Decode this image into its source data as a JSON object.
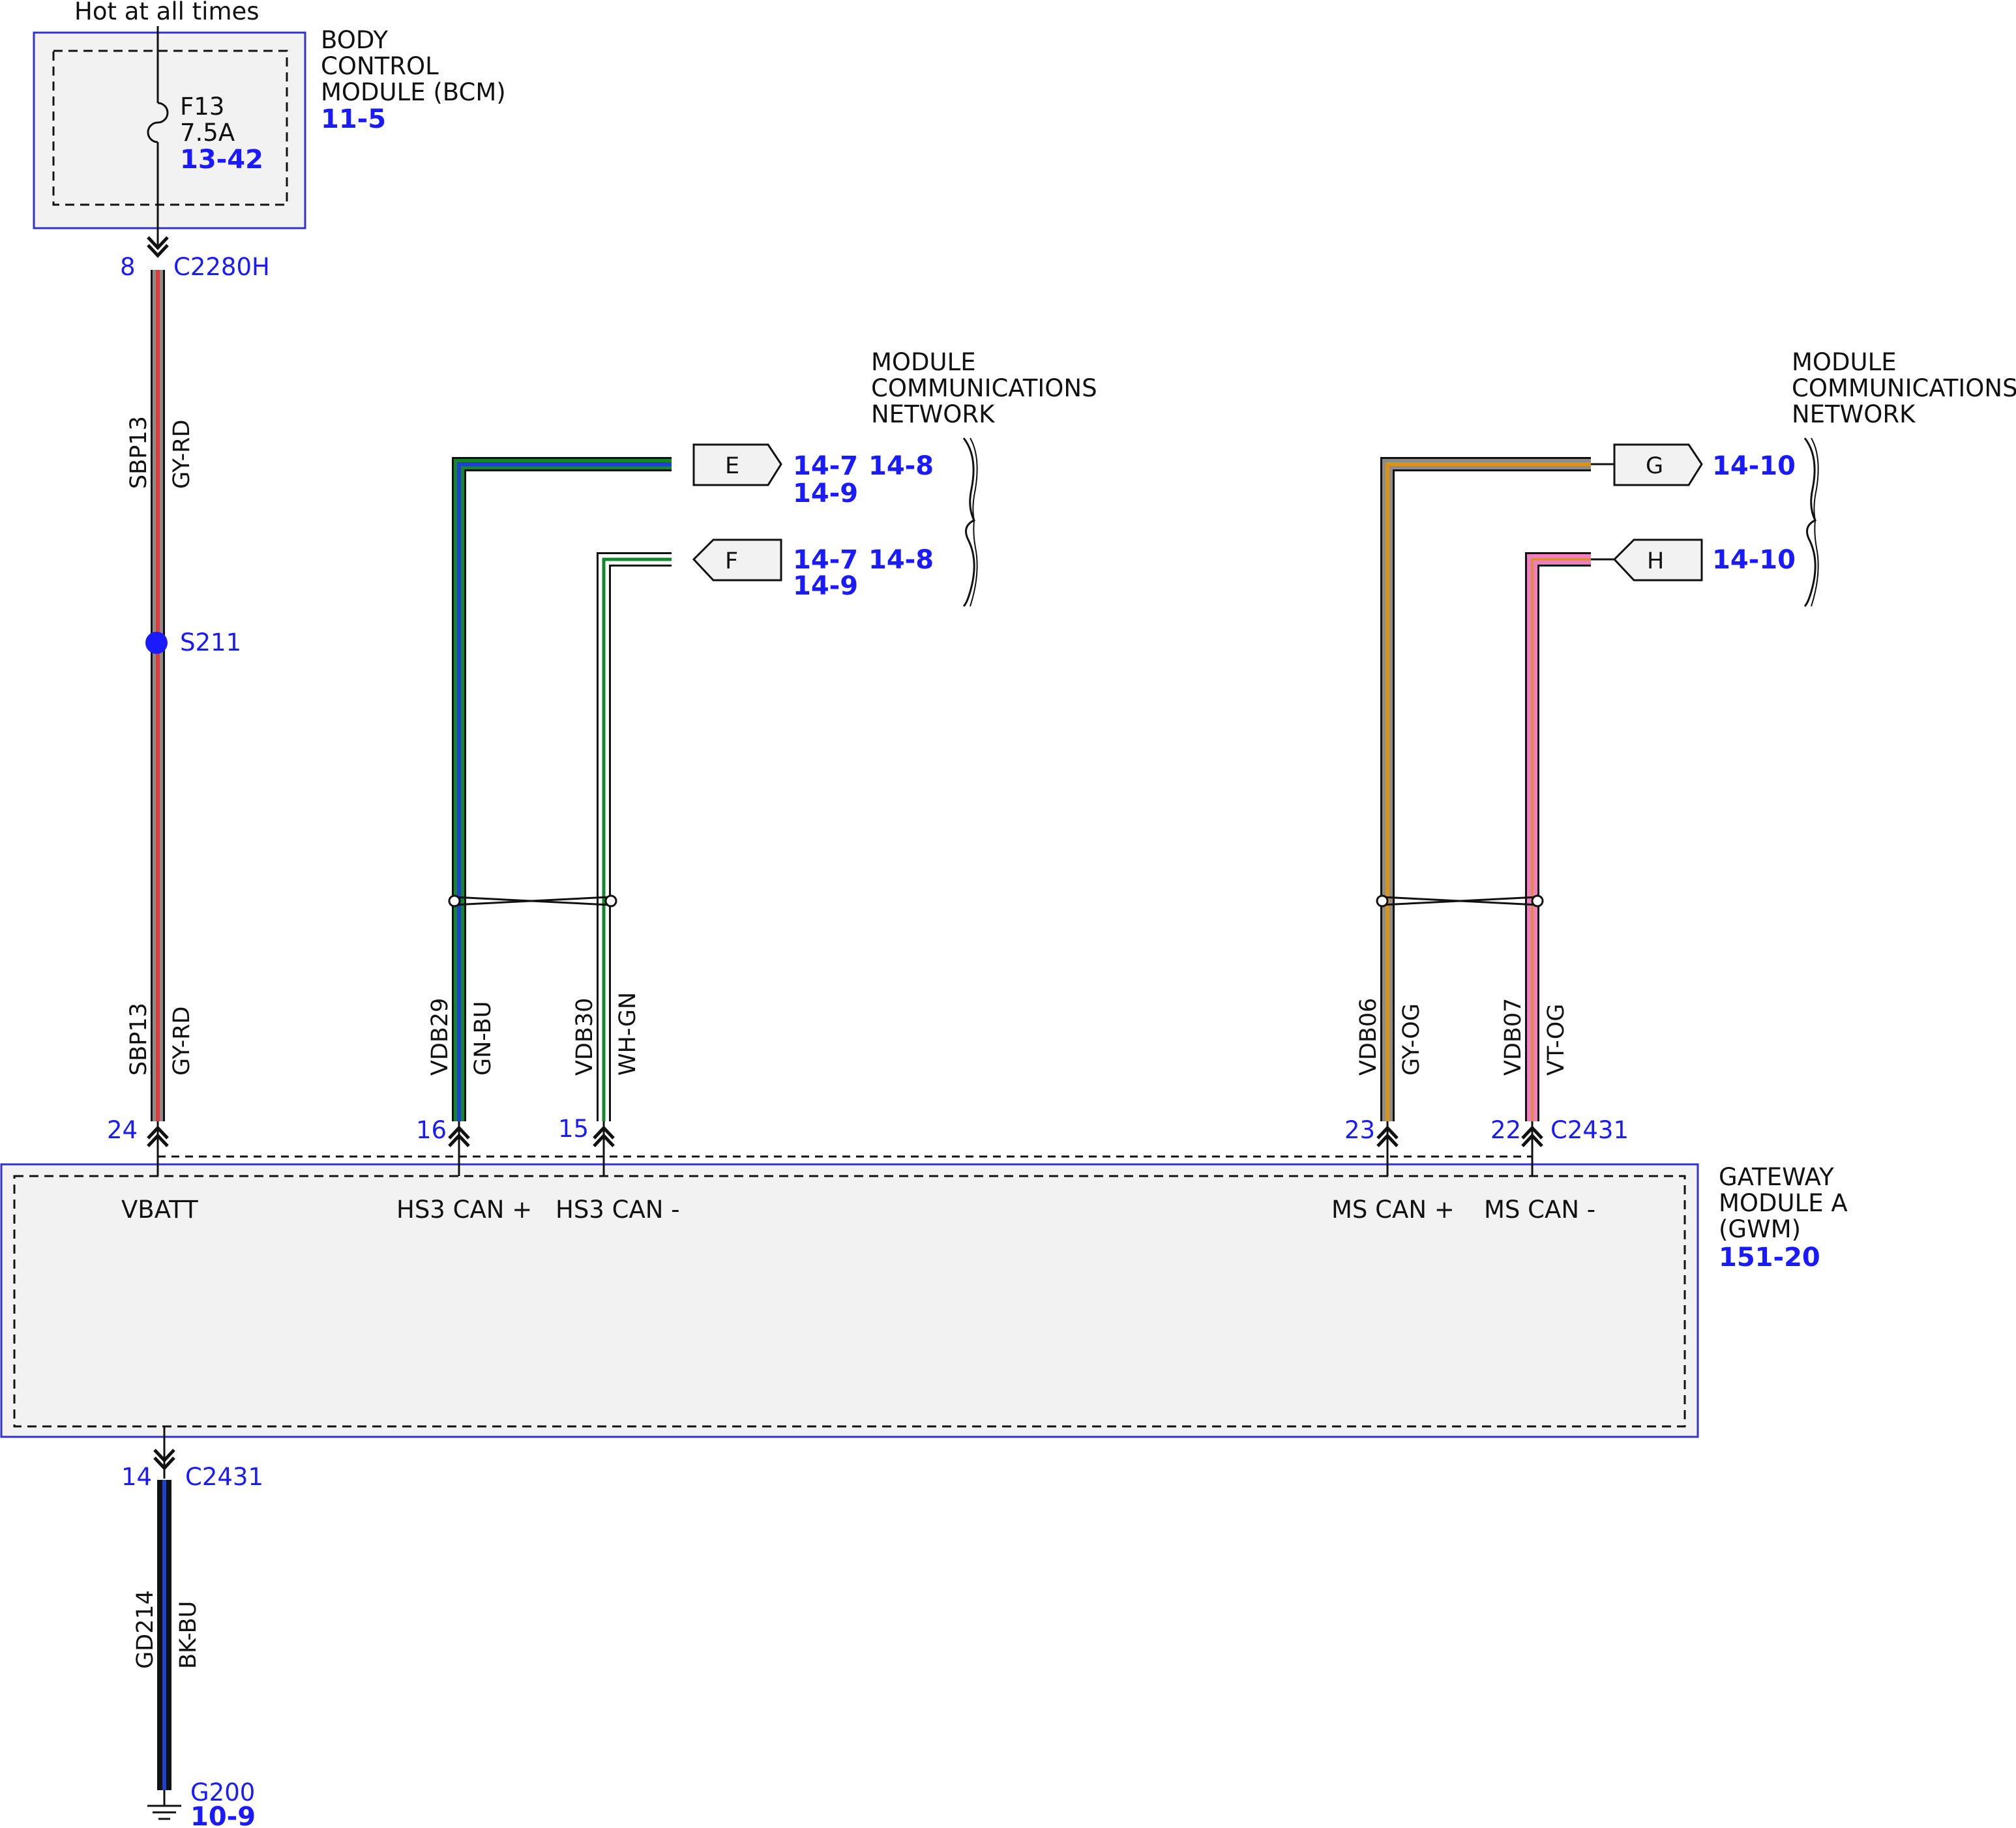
{
  "colors": {
    "label_blue": "#1a1aff",
    "module_border": "#3333cc",
    "module_fill": "#f2f2f2",
    "GY": "#8c8c8c",
    "RD": "#e03a3a",
    "GN": "#14872c",
    "BU": "#1e3fd0",
    "WH": "#ffffff",
    "OG": "#d9921a",
    "VT": "#ef7fbe",
    "BK": "#111111"
  },
  "power": {
    "source_label": "Hot at all times"
  },
  "bcm": {
    "name_lines": [
      "BODY",
      "CONTROL",
      "MODULE (BCM)"
    ],
    "ref": "11-5",
    "fuse_name": "F13",
    "fuse_rating": "7.5A",
    "fuse_ref": "13-42",
    "pin": "8",
    "connector": "C2280H"
  },
  "splice": {
    "name": "S211"
  },
  "wires": [
    {
      "circuit": "SBP13",
      "color": "GY-RD"
    },
    {
      "circuit": "SBP13",
      "color": "GY-RD"
    },
    {
      "circuit": "VDB29",
      "color": "GN-BU"
    },
    {
      "circuit": "VDB30",
      "color": "WH-GN"
    },
    {
      "circuit": "VDB06",
      "color": "GY-OG"
    },
    {
      "circuit": "VDB07",
      "color": "VT-OG"
    },
    {
      "circuit": "GD214",
      "color": "BK-BU"
    }
  ],
  "network_left": {
    "title_lines": [
      "MODULE",
      "COMMUNICATIONS",
      "NETWORK"
    ],
    "connectors": [
      {
        "letter": "E",
        "refs": [
          "14-7",
          "14-8",
          "14-9"
        ]
      },
      {
        "letter": "F",
        "refs": [
          "14-7",
          "14-8",
          "14-9"
        ]
      }
    ]
  },
  "network_right": {
    "title_lines": [
      "MODULE",
      "COMMUNICATIONS",
      "NETWORK"
    ],
    "connectors": [
      {
        "letter": "G",
        "refs": [
          "14-10"
        ]
      },
      {
        "letter": "H",
        "refs": [
          "14-10"
        ]
      }
    ]
  },
  "gwm": {
    "name_lines": [
      "GATEWAY",
      "MODULE A",
      "(GWM)"
    ],
    "ref": "151-20",
    "connector": "C2431",
    "pins": [
      {
        "pin": "24",
        "label": "VBATT"
      },
      {
        "pin": "16",
        "label": "HS3 CAN +"
      },
      {
        "pin": "15",
        "label": "HS3 CAN -"
      },
      {
        "pin": "23",
        "label": "MS CAN +"
      },
      {
        "pin": "22",
        "label": "MS CAN -"
      }
    ],
    "ground_pin": "14",
    "ground_connector": "C2431"
  },
  "ground": {
    "name": "G200",
    "ref": "10-9"
  }
}
